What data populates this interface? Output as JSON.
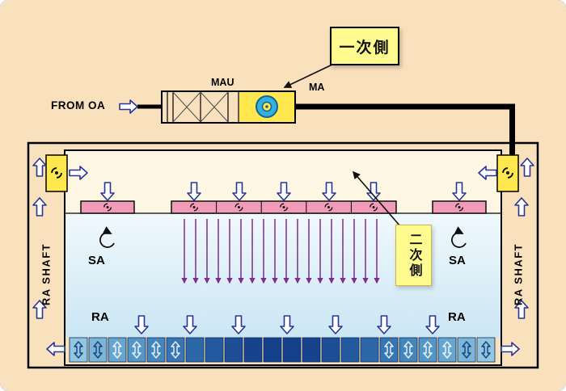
{
  "diagram": {
    "title_hint": "cleanroom-airflow-schematic",
    "labels": {
      "from_oa": "FROM OA",
      "mau": "MAU",
      "ma": "MA",
      "primary_side": "一次側",
      "secondary_side": "二次側",
      "sa_left": "SA",
      "sa_right": "SA",
      "ra_left": "RA",
      "ra_right": "RA",
      "ra_shaft_left": "RA SHAFT",
      "ra_shaft_right": "RA SHAFT"
    },
    "colors": {
      "background": "#FAE1BD",
      "plenum_fill": "#FCF6E2",
      "room_fill_top": "#F0F9FD",
      "room_fill_bottom": "#CBE6F4",
      "ffu_fill": "#F09CB8",
      "label_box_fill": "#FFFB8F",
      "fan_box_fill": "#FFE84D",
      "flow_arrow_purple": "#7D2E8D",
      "hollow_arrow_stroke": "#283593",
      "duct_black": "#000000",
      "blower_blue": "#35AEE0",
      "floor_tile_light": "#93C6DF",
      "floor_tile_dark": "#144089"
    },
    "icons": {
      "blower-icon": "centrifugal fan in MAU",
      "fan-icon": "axial fan blades",
      "rotation-arrow-icon": "circular supply-air arrow",
      "airflow-arrow-icon": "hollow airflow arrow",
      "downflow-arrow-icon": "purple laminar downflow arrow"
    }
  }
}
